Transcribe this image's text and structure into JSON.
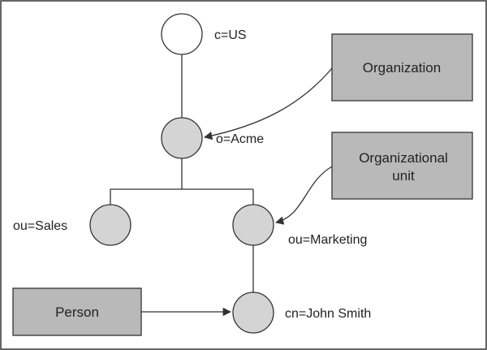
{
  "nodes": {
    "us": {
      "label": "c=US"
    },
    "acme": {
      "label": "o=Acme"
    },
    "sales": {
      "label": "ou=Sales"
    },
    "marketing": {
      "label": "ou=Marketing"
    },
    "john": {
      "label": "cn=John Smith"
    }
  },
  "boxes": {
    "organization": {
      "line1": "Organization"
    },
    "org_unit": {
      "line1": "Organizational",
      "line2": "unit"
    },
    "person": {
      "line1": "Person"
    }
  },
  "colors": {
    "background": "#ffffff",
    "border": "#333333",
    "root_fill": "#ffffff",
    "node_fill": "#d4d4d4",
    "box_fill": "#b9b9b9",
    "line": "#333333",
    "text": "#222222"
  }
}
